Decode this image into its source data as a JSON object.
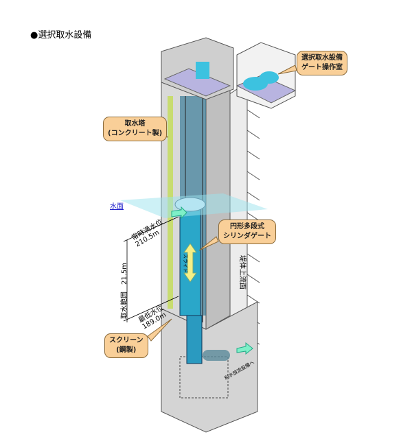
{
  "title": "●選択取水設備",
  "labels": {
    "gate_room": [
      "選択取水設備",
      "ゲート操作室"
    ],
    "intake_tower": [
      "取水塔",
      "(コンクリート製)"
    ],
    "water_surface": "水面",
    "full_water_level": [
      "常時満水位",
      "210.5m"
    ],
    "cylinder_gate": [
      "円形多段式",
      "シリンダゲート"
    ],
    "intake_range": "取水範囲　21.5m",
    "min_water_level": [
      "最低水位",
      "189.0m"
    ],
    "slide": "スライド",
    "dam_face": "堤体上流面",
    "screen": [
      "スクリーン",
      "(鋼製)"
    ],
    "to_outlet": "利水放流設備へ"
  },
  "colors": {
    "callout": "#f9cf98",
    "water": "#9be3ee",
    "gate": "#2aa7c9",
    "concrete": "#d8d8d8",
    "deck": "#b8b4e0"
  }
}
